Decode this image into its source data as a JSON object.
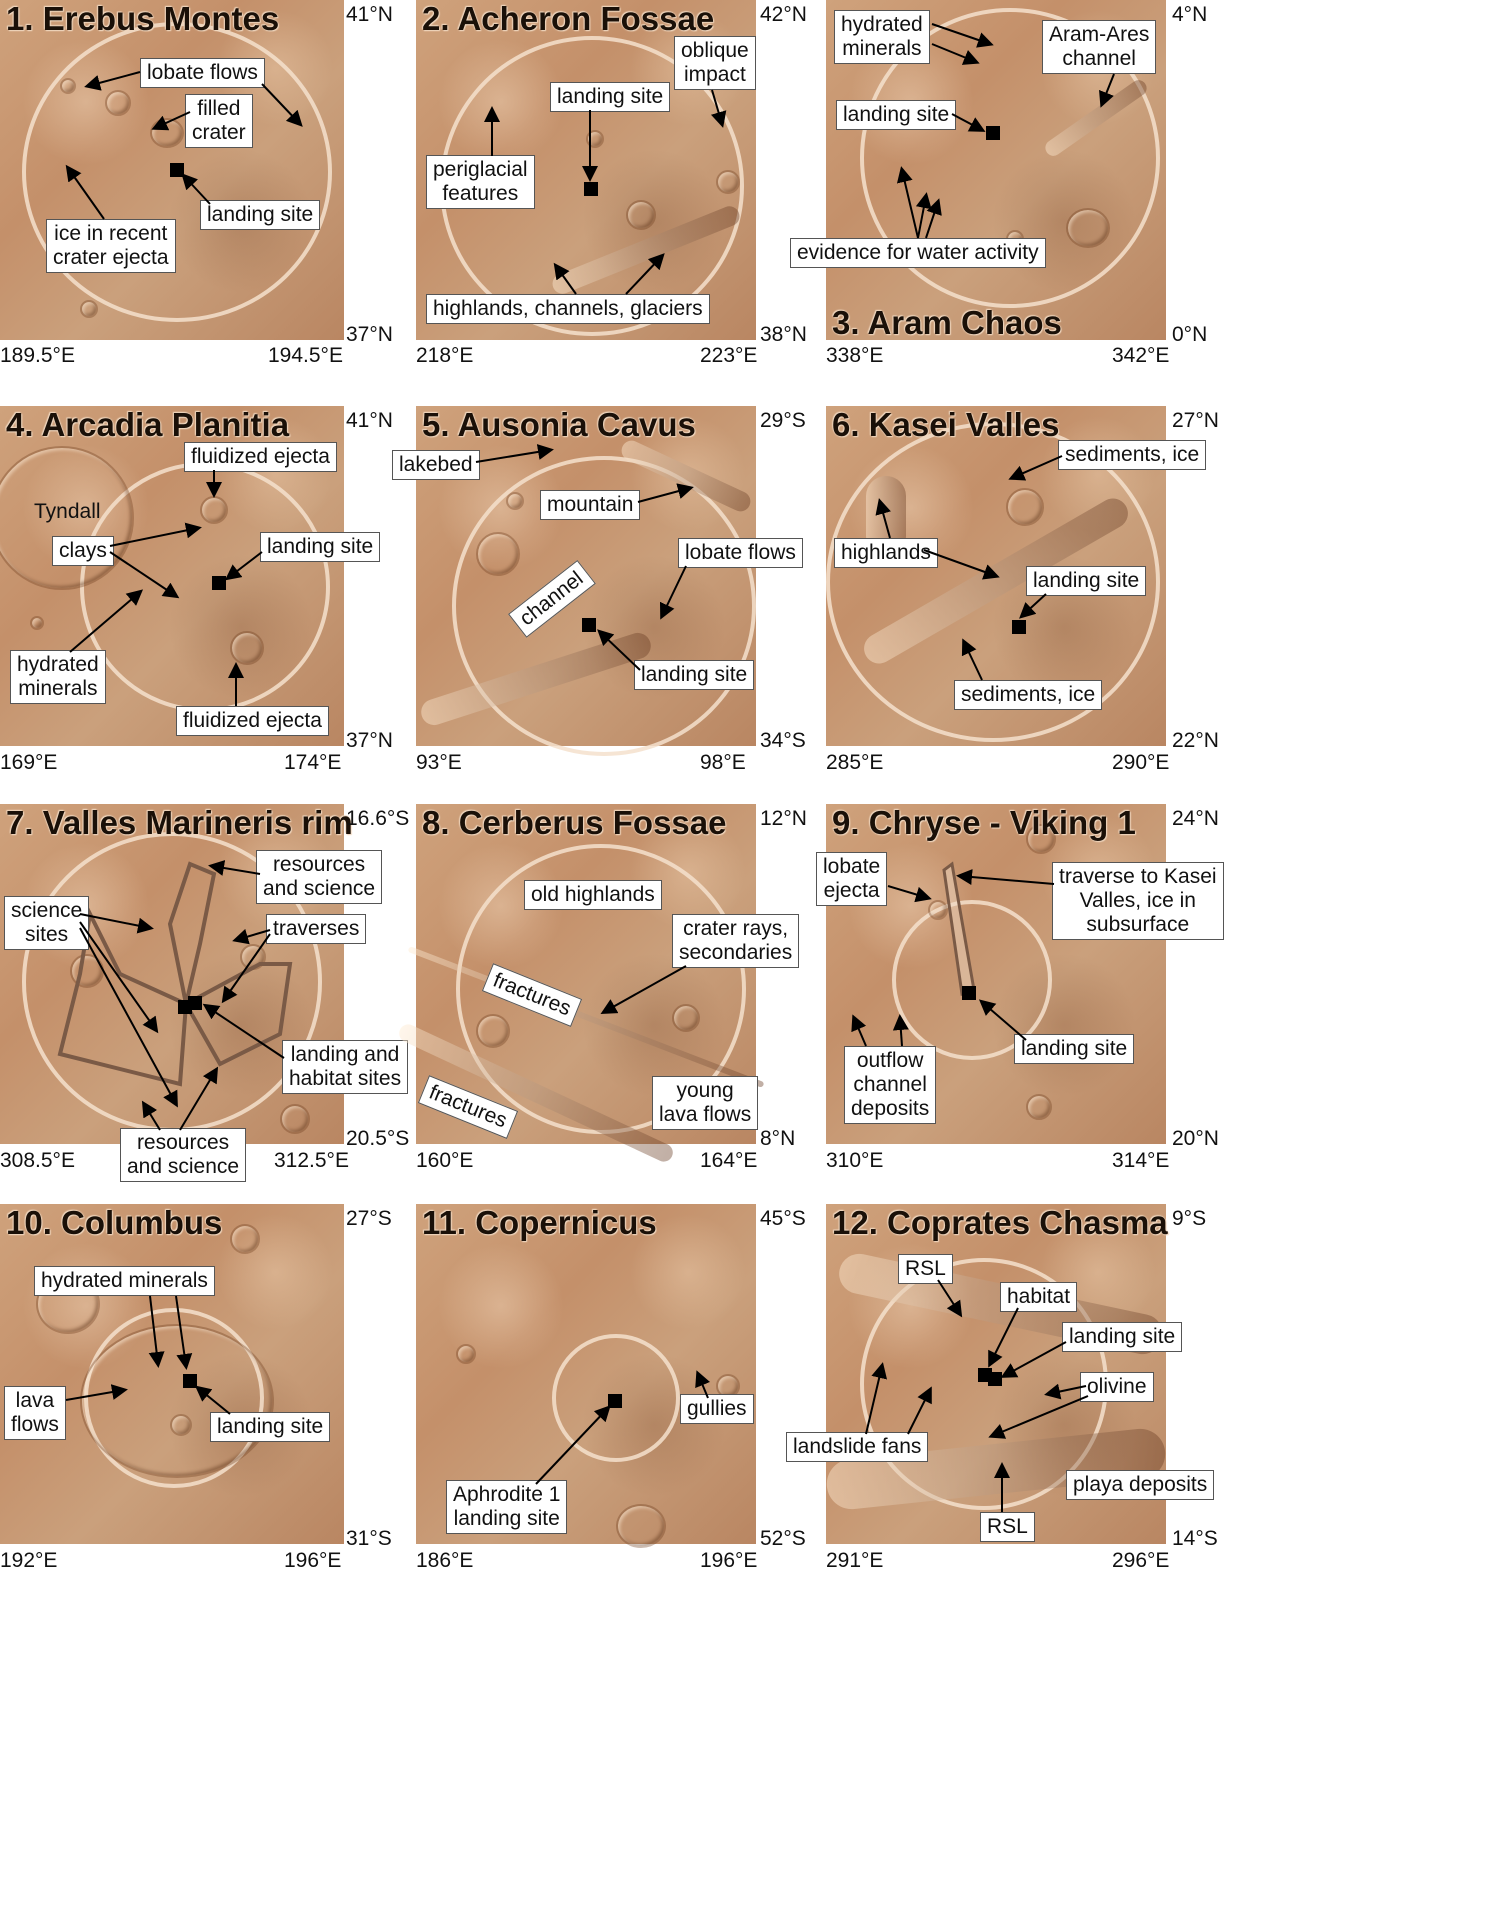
{
  "panels": [
    {
      "title": "1. Erebus Montes",
      "lat_top": "41°N",
      "lat_bottom": "37°N",
      "lon_left": "189.5°E",
      "lon_right": "194.5°E",
      "labels": [
        "lobate flows",
        "filled\ncrater",
        "landing site",
        "ice in recent\ncrater ejecta"
      ]
    },
    {
      "title": "2. Acheron Fossae",
      "lat_top": "42°N",
      "lat_bottom": "38°N",
      "lon_left": "218°E",
      "lon_right": "223°E",
      "labels": [
        "oblique\nimpact",
        "landing site",
        "periglacial\nfeatures",
        "highlands, channels, glaciers"
      ]
    },
    {
      "title": "3. Aram Chaos",
      "lat_top": "4°N",
      "lat_bottom": "0°N",
      "lon_left": "338°E",
      "lon_right": "342°E",
      "labels": [
        "hydrated\nminerals",
        "Aram-Ares\nchannel",
        "landing site",
        "evidence for water activity"
      ]
    },
    {
      "title": "4. Arcadia Planitia",
      "lat_top": "41°N",
      "lat_bottom": "37°N",
      "lon_left": "169°E",
      "lon_right": "174°E",
      "labels": [
        "fluidized ejecta",
        "Tyndall",
        "clays",
        "landing site",
        "hydrated\nminerals",
        "fluidized ejecta"
      ]
    },
    {
      "title": "5. Ausonia Cavus",
      "lat_top": "29°S",
      "lat_bottom": "34°S",
      "lon_left": "93°E",
      "lon_right": "98°E",
      "labels": [
        "lakebed",
        "mountain",
        "lobate flows",
        "channel",
        "landing site"
      ]
    },
    {
      "title": "6. Kasei Valles",
      "lat_top": "27°N",
      "lat_bottom": "22°N",
      "lon_left": "285°E",
      "lon_right": "290°E",
      "labels": [
        "sediments, ice",
        "highlands",
        "landing site",
        "sediments, ice"
      ]
    },
    {
      "title": "7. Valles Marineris rim",
      "lat_top": "16.6°S",
      "lat_bottom": "20.5°S",
      "lon_left": "308.5°E",
      "lon_right": "312.5°E",
      "labels": [
        "resources\nand science",
        "science\nsites",
        "traverses",
        "landing and\nhabitat sites",
        "resources\nand science"
      ]
    },
    {
      "title": "8. Cerberus Fossae",
      "lat_top": "12°N",
      "lat_bottom": "8°N",
      "lon_left": "160°E",
      "lon_right": "164°E",
      "labels": [
        "old highlands",
        "crater rays,\nsecondaries",
        "fractures",
        "fractures",
        "young\nlava flows"
      ]
    },
    {
      "title": "9. Chryse - Viking 1",
      "lat_top": "24°N",
      "lat_bottom": "20°N",
      "lon_left": "310°E",
      "lon_right": "314°E",
      "labels": [
        "lobate\nejecta",
        "traverse to Kasei\nValles, ice in\nsubsurface",
        "landing site",
        "outflow\nchannel\ndeposits"
      ]
    },
    {
      "title": "10. Columbus",
      "lat_top": "27°S",
      "lat_bottom": "31°S",
      "lon_left": "192°E",
      "lon_right": "196°E",
      "labels": [
        "hydrated minerals",
        "lava\nflows",
        "landing site"
      ]
    },
    {
      "title": "11. Copernicus",
      "lat_top": "45°S",
      "lat_bottom": "52°S",
      "lon_left": "186°E",
      "lon_right": "196°E",
      "labels": [
        "gullies",
        "Aphrodite 1\nlanding site"
      ]
    },
    {
      "title": "12. Coprates Chasma",
      "lat_top": "9°S",
      "lat_bottom": "14°S",
      "lon_left": "291°E",
      "lon_right": "296°E",
      "labels": [
        "RSL",
        "habitat",
        "landing site",
        "olivine",
        "landslide fans",
        "playa deposits",
        "RSL"
      ]
    }
  ]
}
